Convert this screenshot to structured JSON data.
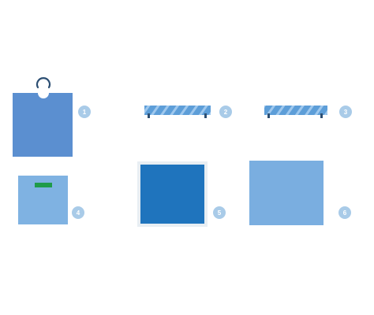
{
  "colors": {
    "background": "#ffffff",
    "badge": "#a9cbe8",
    "badge_text": "#ffffff",
    "panel_1": "#5b8fd0",
    "panel_4": "#7fb2e2",
    "panel_4_handle": "#1f9b4a",
    "panel_5": "#1f74bd",
    "panel_5_frame": "#e8eef3",
    "panel_6": "#7aaee0",
    "glass_shelf": "#5d9ed8",
    "glass_stripe": "#9fc8ee",
    "shelf_leg": "#2d4f73"
  },
  "items": [
    {
      "number": "1",
      "part": "panel-with-hanger"
    },
    {
      "number": "2",
      "part": "glass-shelf"
    },
    {
      "number": "3",
      "part": "glass-shelf"
    },
    {
      "number": "4",
      "part": "panel-with-handle"
    },
    {
      "number": "5",
      "part": "framed-panel"
    },
    {
      "number": "6",
      "part": "plain-panel"
    }
  ]
}
